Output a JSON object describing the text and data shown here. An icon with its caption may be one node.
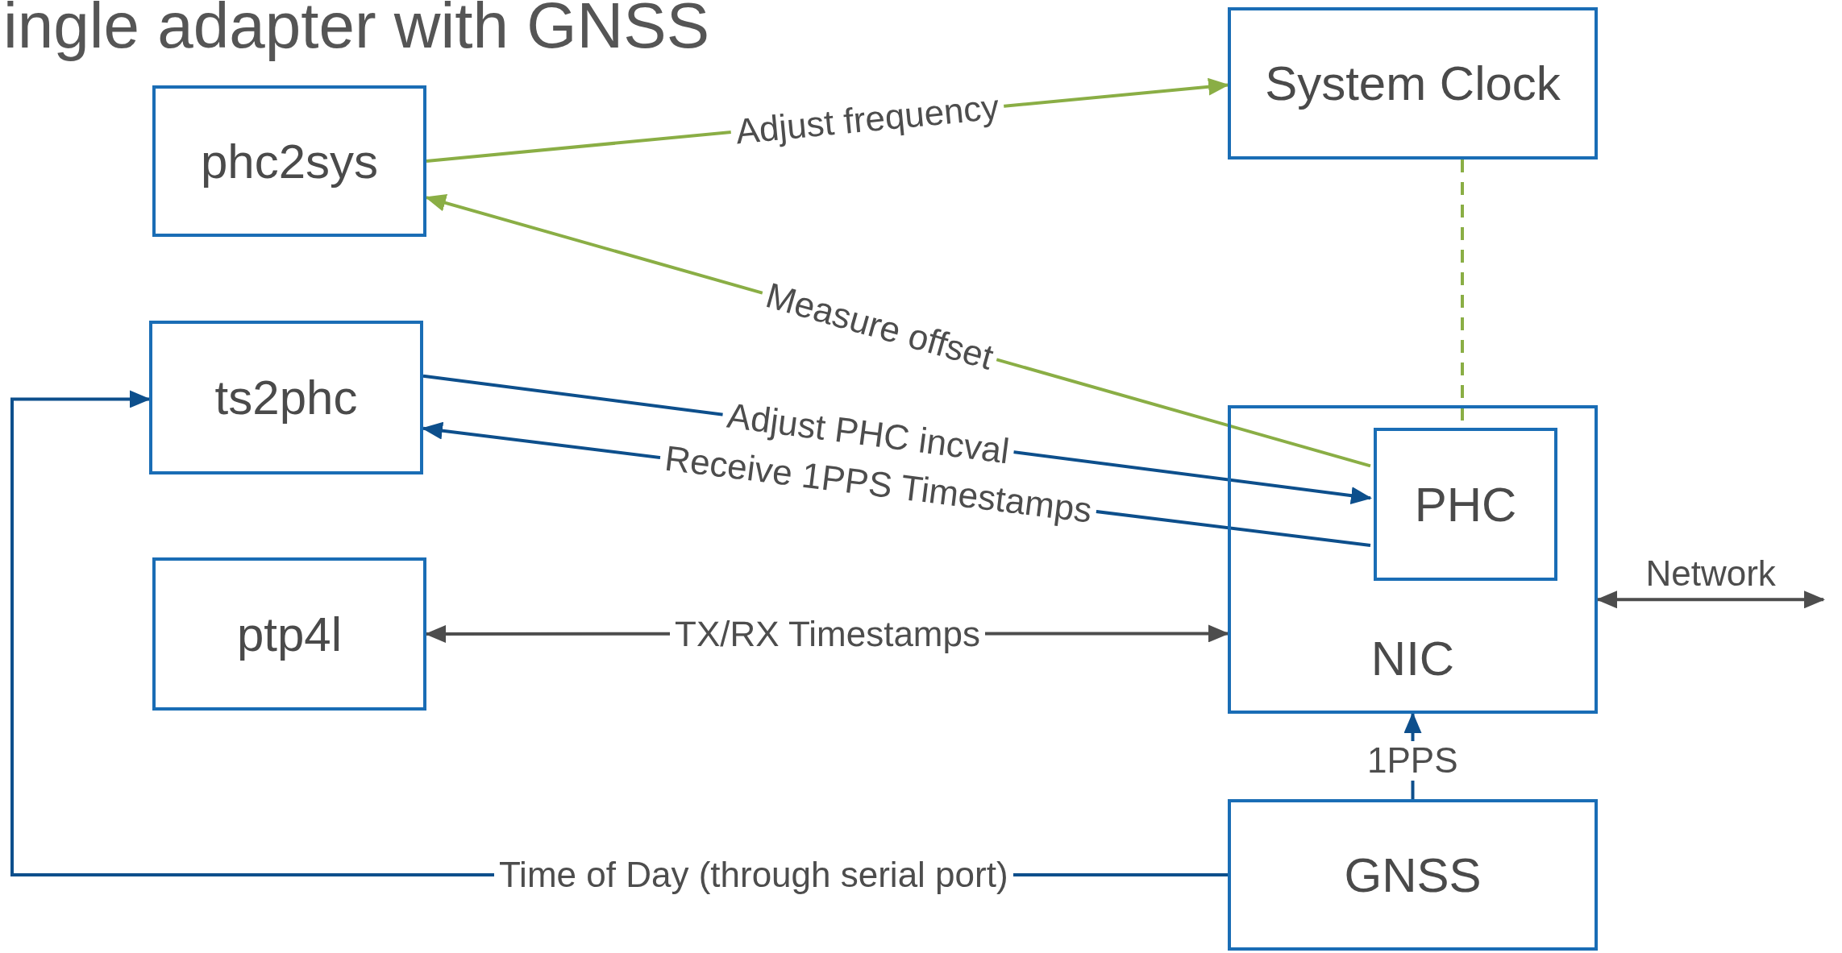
{
  "diagram": {
    "title": "ingle adapter with GNSS",
    "nodes": [
      {
        "text": [
          "phc2sys"
        ]
      },
      {
        "text": [
          "System Clock"
        ]
      },
      {
        "text": [
          "ts2phc"
        ]
      },
      {
        "text": [
          "NIC"
        ]
      },
      {
        "text": [
          "PHC"
        ],
        "in": 3
      },
      {
        "text": [
          "ptp4l"
        ]
      },
      {
        "text": [
          "GNSS"
        ]
      }
    ],
    "edges": [
      {
        "from": 0,
        "to": 1,
        "arrow": "to",
        "label": "Adjust frequency",
        "color": "#8aae45"
      },
      {
        "from": 4,
        "to": 0,
        "arrow": "to",
        "label": "Measure offset",
        "color": "#8aae45"
      },
      {
        "from": 1,
        "to": 4,
        "arrow": "none",
        "style": "dashed",
        "color": "#8aae45"
      },
      {
        "from": 2,
        "to": 4,
        "arrow": "to",
        "label": "Adjust PHC incval"
      },
      {
        "from": 4,
        "to": 2,
        "arrow": "to",
        "label": "Receive 1PPS Timestamps"
      },
      {
        "from": 5,
        "to": 3,
        "arrow": "both",
        "label": "TX/RX Timestamps",
        "color": "#4d4d4d"
      },
      {
        "from": 6,
        "to": 3,
        "arrow": "to",
        "label": "1PPS"
      },
      {
        "from": 6,
        "to": 2,
        "arrow": "to",
        "label": "Time of Day (through serial port)"
      },
      {
        "from": 3,
        "to": null,
        "arrow": "both",
        "label": "Network",
        "color": "#4d4d4d"
      }
    ]
  }
}
